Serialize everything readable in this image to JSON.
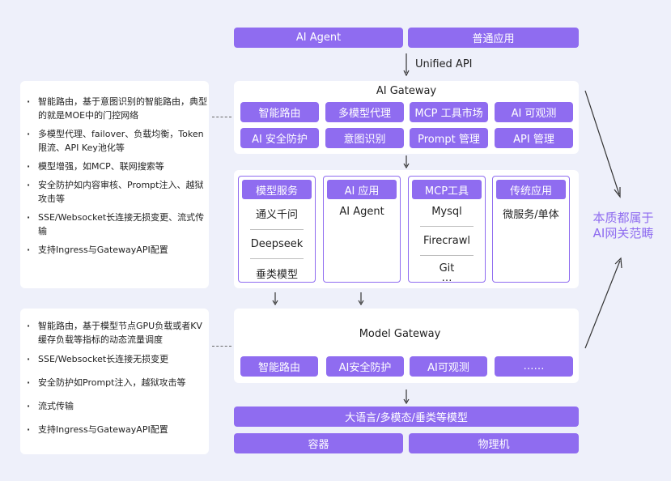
{
  "top": {
    "agent_label": "AI Agent",
    "app_label": "普通应用"
  },
  "unified_api_label": "Unified API",
  "ai_gateway": {
    "title": "AI Gateway",
    "features": [
      "智能路由",
      "多模型代理",
      "MCP 工具市场",
      "AI 可观测",
      "AI 安全防护",
      "意图识别",
      "Prompt 管理",
      "API 管理"
    ]
  },
  "services": [
    {
      "title": "模型服务",
      "items": [
        "通义千问",
        "Deepseek",
        "垂类模型"
      ]
    },
    {
      "title": "AI 应用",
      "items": [
        "AI Agent"
      ]
    },
    {
      "title": "MCP工具",
      "items": [
        "Mysql",
        "Firecrawl",
        "Git",
        "…"
      ]
    },
    {
      "title": "传统应用",
      "items": [
        "微服务/单体"
      ]
    }
  ],
  "model_gateway": {
    "title": "Model Gateway",
    "features": [
      "智能路由",
      "AI安全防护",
      "AI可观测",
      "……"
    ]
  },
  "bottom": {
    "models_label": "大语言/多模态/垂类等模型",
    "container_label": "容器",
    "physical_label": "物理机"
  },
  "side_label": {
    "line1": "本质都属于",
    "line2": "AI网关范畴"
  },
  "notes_top": [
    "智能路由，基于意图识别的智能路由，典型的就是MOE中的门控网络",
    "多模型代理、failover、负载均衡，Token限流、API Key池化等",
    "模型增强，如MCP、联网搜索等",
    "安全防护如内容审核、Prompt注入、越狱攻击等",
    "SSE/Websocket长连接无损变更、流式传输",
    "支持Ingress与GatewayAPI配置"
  ],
  "notes_bottom": [
    "智能路由，基于模型节点GPU负载或者KV缓存负载等指标的动态流量调度",
    "SSE/Websocket长连接无损变更",
    "安全防护如Prompt注入，越狱攻击等",
    "流式传输",
    "支持Ingress与GatewayAPI配置"
  ],
  "colors": {
    "accent": "#8f6cf0",
    "background": "#eef0fa",
    "side_text": "#8f6cf0"
  }
}
